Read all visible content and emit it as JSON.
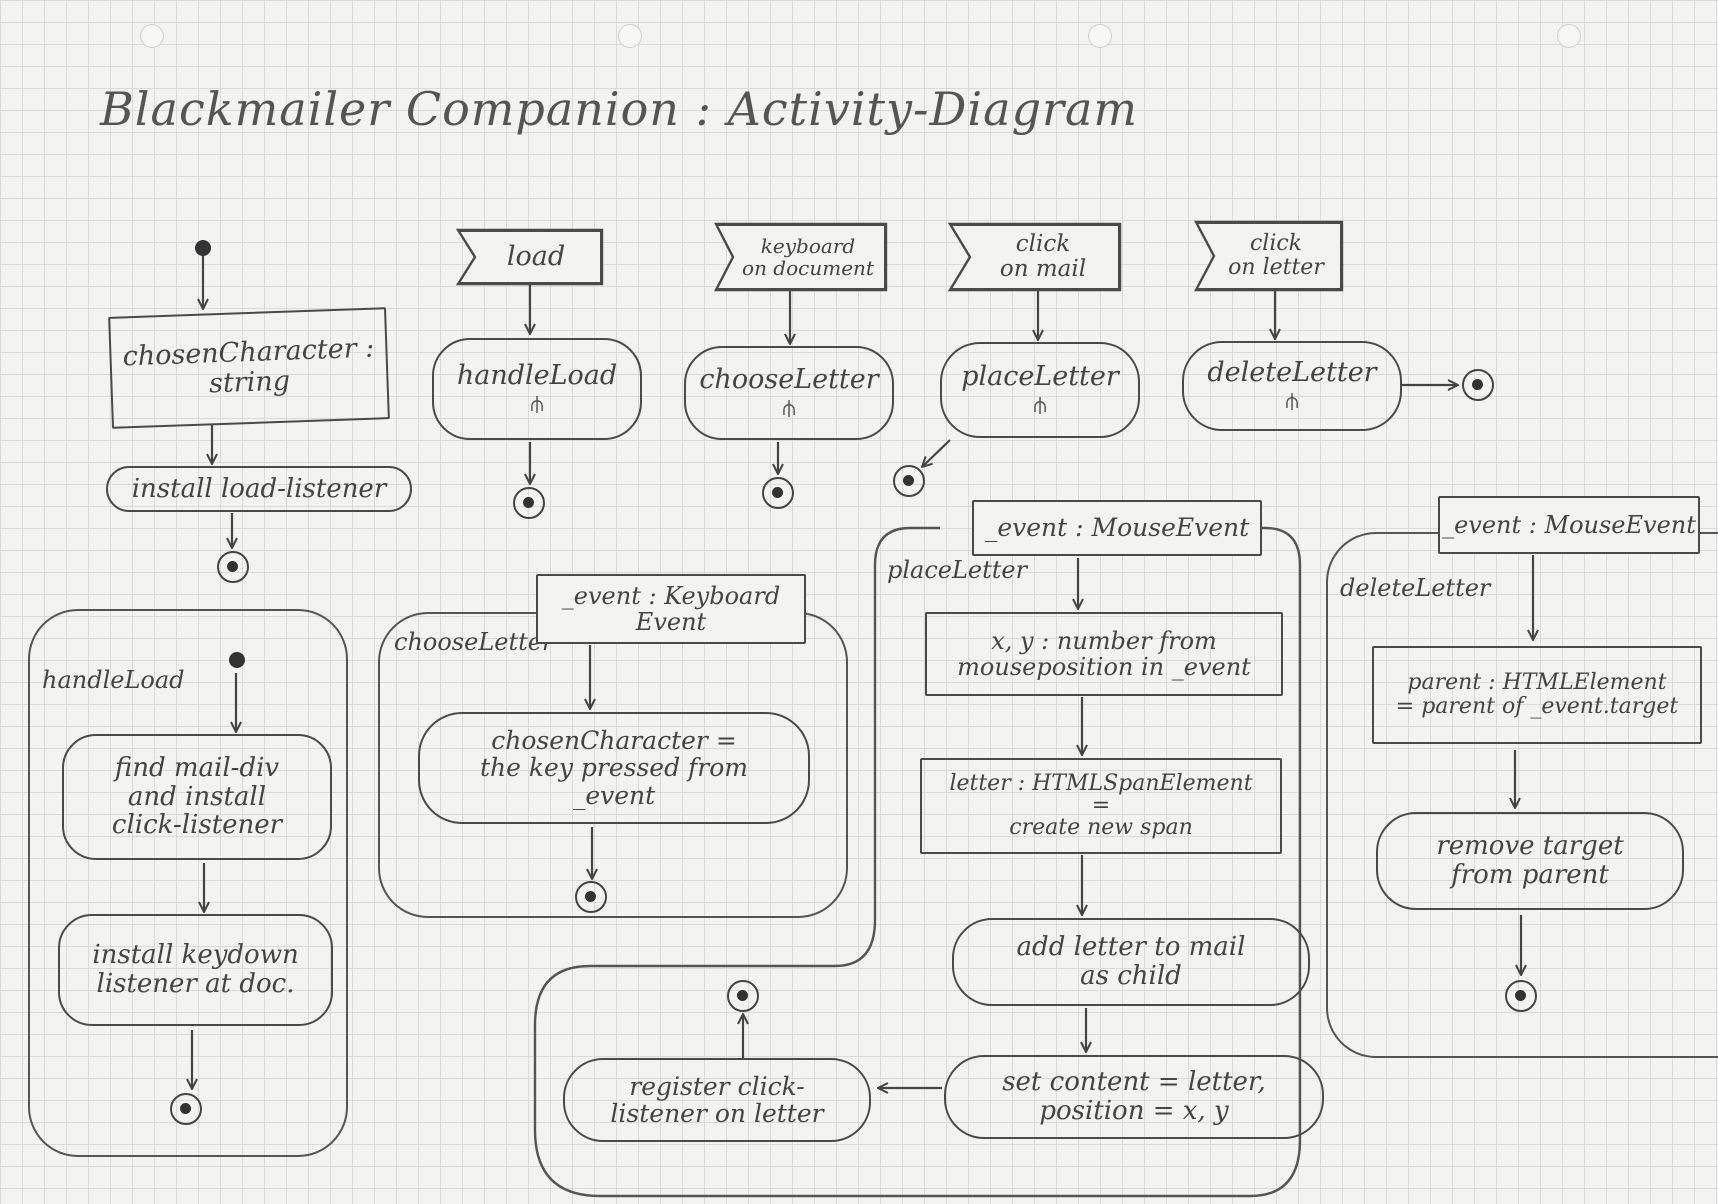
{
  "title": "Blackmailer Companion : Activity-Diagram",
  "init": {
    "object": "chosenCharacter :\nstring",
    "action": "install load-listener"
  },
  "signals": {
    "load": "load",
    "keyboard": "keyboard\non document",
    "click_mail": "click\non mail",
    "click_letter": "click\non letter"
  },
  "handlers": {
    "handleLoad": "handleLoad",
    "chooseLetter": "chooseLetter",
    "placeLetter": "placeLetter",
    "deleteLetter": "deleteLetter",
    "rake": "⫛"
  },
  "handleLoad_activity": {
    "label": "handleLoad",
    "step1": "find mail-div\nand install\nclick-listener",
    "step2": "install keydown\nlistener at doc."
  },
  "chooseLetter_activity": {
    "label": "chooseLetter",
    "param": "_event : Keyboard\nEvent",
    "step1": "chosenCharacter =\nthe key pressed from\n_event"
  },
  "placeLetter_activity": {
    "label": "placeLetter",
    "param": "_event : MouseEvent",
    "step1": "x, y : number from\nmouseposition in _event",
    "step2": "letter : HTMLSpanElement\n=\ncreate new span",
    "step3": "add letter to mail\nas child",
    "step4": "set content = letter,\nposition = x, y",
    "step5": "register click-\nlistener on letter"
  },
  "deleteLetter_activity": {
    "label": "deleteLetter",
    "param": "_event : MouseEvent",
    "step1": "parent : HTMLElement\n= parent of _event.target",
    "step2": "remove target\nfrom parent"
  }
}
